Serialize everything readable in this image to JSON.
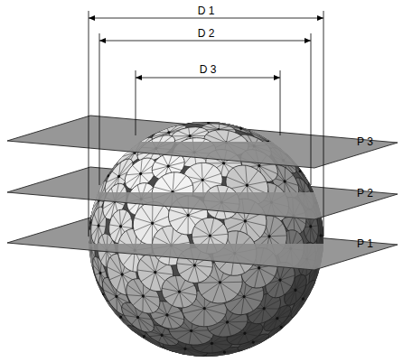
{
  "diagram": {
    "labels": [
      "D 1",
      "D 2",
      "D 3",
      "P 3",
      "P 2",
      "P 1"
    ]
  }
}
